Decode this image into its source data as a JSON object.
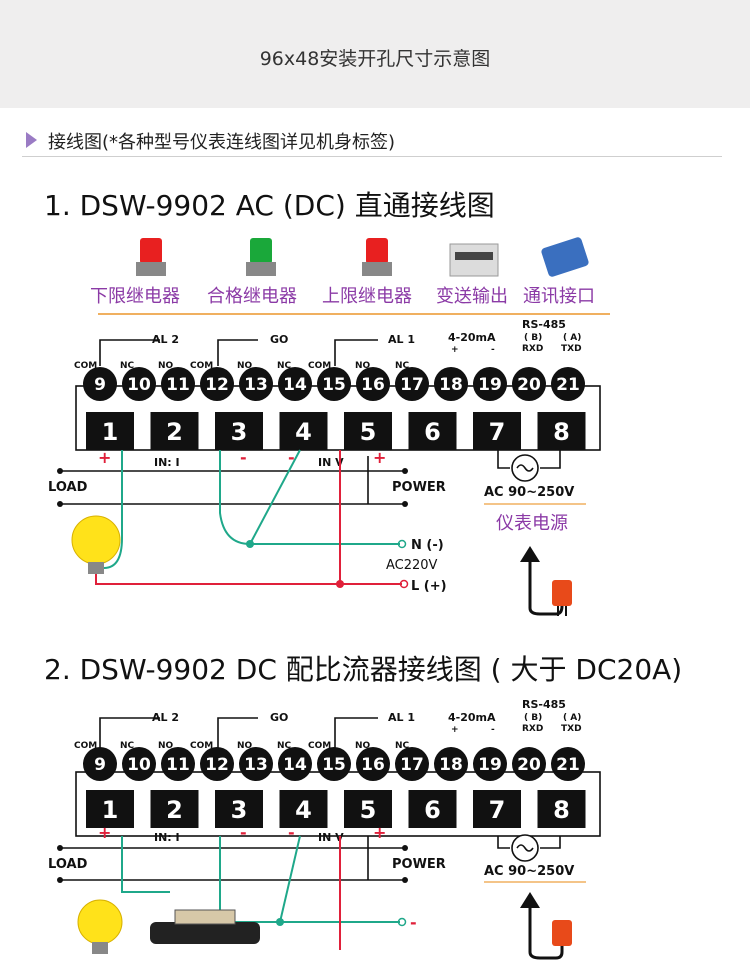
{
  "banner": {
    "caption": "96x48安装开孔尺寸示意图"
  },
  "section": {
    "title": "接线图(*各种型号仪表连线图详见机身标签)"
  },
  "diagram1": {
    "title": "1. DSW-9902    AC (DC) 直通接线图",
    "devices": [
      "下限继电器",
      "合格继电器",
      "上限继电器",
      "变送输出",
      "通讯接口"
    ],
    "terminals_top": [
      "9",
      "10",
      "11",
      "12",
      "13",
      "14",
      "15",
      "16",
      "17",
      "18",
      "19",
      "20",
      "21"
    ],
    "terminals_bottom": [
      "1",
      "2",
      "3",
      "4",
      "5",
      "6",
      "7",
      "8"
    ],
    "relay_labels": [
      "AL 2",
      "GO",
      "AL 1"
    ],
    "com": "COM",
    "nc": "NC",
    "no": "NO",
    "analog_out": "4-20mA",
    "plus": "+",
    "minus": "-",
    "rs485": "RS-485",
    "b": "( B)",
    "a": "( A)",
    "rxd": "RXD",
    "txd": "TXD",
    "in_i": "IN: I",
    "in_v": "IN V",
    "load": "LOAD",
    "power": "POWER",
    "ac_range": "AC 90~250V",
    "power_label": "仪表电源",
    "neutral": "N (-)",
    "ac220": "AC220V",
    "live": "L (+)"
  },
  "diagram2": {
    "title": "2. DSW-9902  DC 配比流器接线图 ( 大于 DC20A)",
    "terminals_top": [
      "9",
      "10",
      "11",
      "12",
      "13",
      "14",
      "15",
      "16",
      "17",
      "18",
      "19",
      "20",
      "21"
    ],
    "terminals_bottom": [
      "1",
      "2",
      "3",
      "4",
      "5",
      "6",
      "7",
      "8"
    ],
    "relay_labels": [
      "AL 2",
      "GO",
      "AL 1"
    ],
    "com": "COM",
    "nc": "NC",
    "no": "NO",
    "analog_out": "4-20mA",
    "plus": "+",
    "minus": "-",
    "rs485": "RS-485",
    "b": "( B)",
    "a": "( A)",
    "rxd": "RXD",
    "txd": "TXD",
    "in_i": "IN: I",
    "in_v": "IN V",
    "load": "LOAD",
    "power": "POWER",
    "ac_range": "AC 90~250V"
  },
  "colors": {
    "wire_teal": "#1fa88a",
    "wire_red": "#e0203a",
    "label_purple": "#8b3aa6",
    "terminal": "#111111"
  }
}
